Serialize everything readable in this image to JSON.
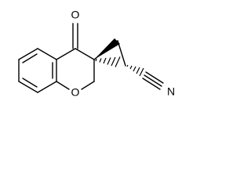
{
  "molecule": {
    "atoms": {
      "carbonyl_oxygen": "O",
      "ring_oxygen": "O",
      "nitrile_nitrogen": "N"
    }
  },
  "colors": {
    "bond": "#000000",
    "background": "#ffffff"
  }
}
